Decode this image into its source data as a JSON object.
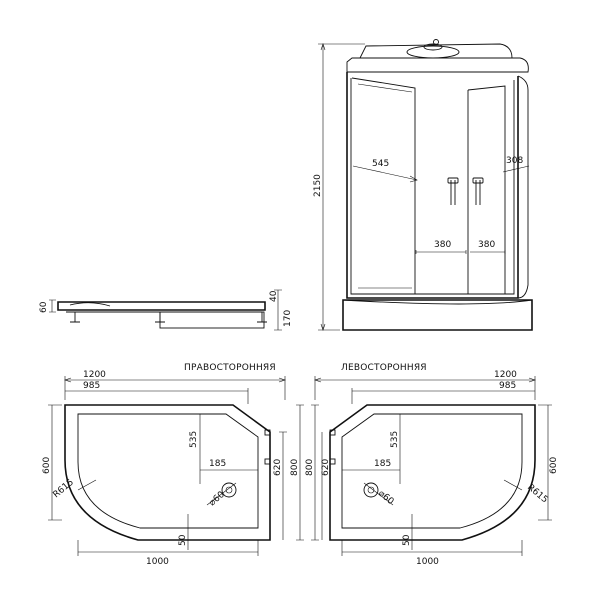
{
  "drawing": {
    "cabin": {
      "height": "2150",
      "glass_width": "545",
      "side_width": "308",
      "door_left": "380",
      "door_right": "380"
    },
    "tray_side": {
      "lip_height": "60",
      "top_height": "40",
      "total_height": "170"
    },
    "right_plan": {
      "caption": "ПРАВОСТОРОННЯЯ",
      "overall_width": "1200",
      "inner_width": "985",
      "drain_offset_y": "535",
      "drain_offset_x": "185",
      "drain_diameter": "⌀60",
      "radius": "R615",
      "left_depth": "600",
      "right_depth_outer": "800",
      "right_depth_inner": "620",
      "bottom_offset": "50",
      "bottom_width": "1000"
    },
    "left_plan": {
      "caption": "ЛЕВОСТОРОННЯЯ",
      "overall_width": "1200",
      "inner_width": "985",
      "drain_offset_y": "535",
      "drain_offset_x": "185",
      "drain_diameter": "⌀60",
      "radius": "R615",
      "right_depth": "600",
      "left_depth_outer": "800",
      "left_depth_inner": "620",
      "bottom_offset": "50",
      "bottom_width": "1000"
    }
  }
}
